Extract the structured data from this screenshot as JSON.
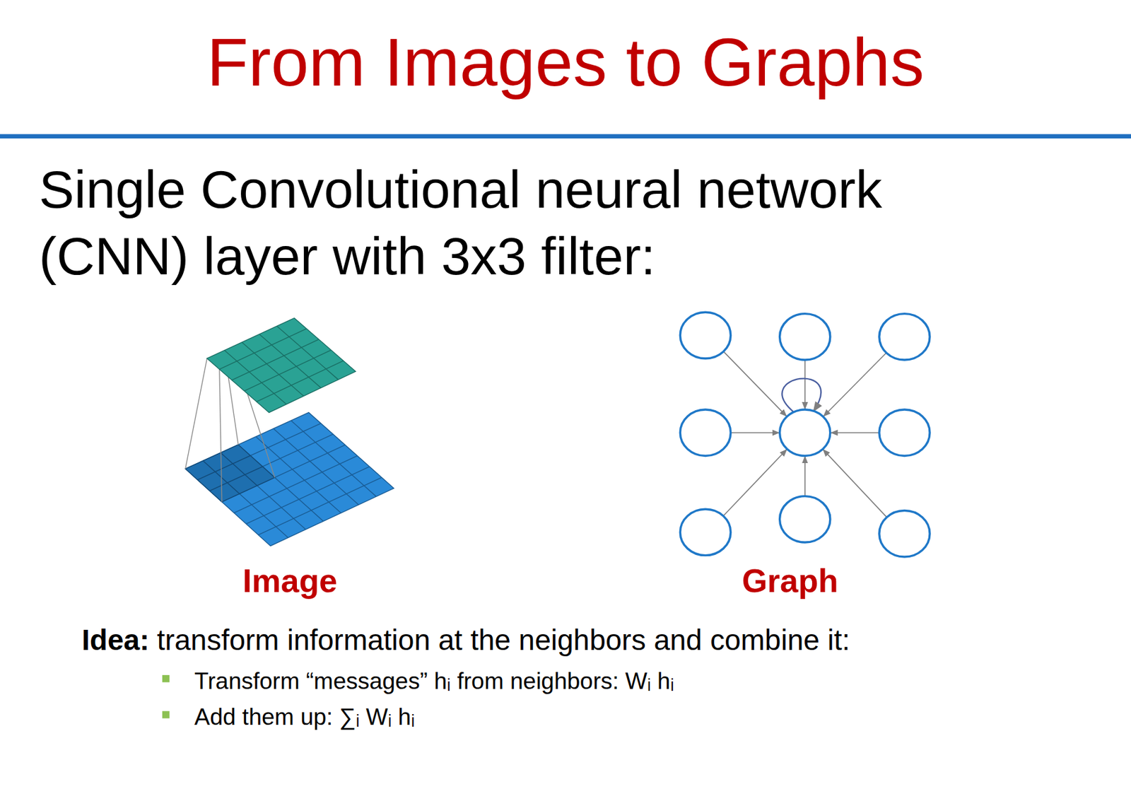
{
  "diagram": {
    "title": "From Images to Graphs",
    "labels": [
      "Single Convolutional neural network (CNN) layer with 3x3 filter:",
      "Image",
      "Graph",
      "Idea:",
      "transform information at the neighbors and combine it:",
      "Transform “messages” hᵢ from neighbors: Wᵢ hᵢ",
      "Add them up: ∑ᵢ Wᵢ hᵢ"
    ]
  }
}
